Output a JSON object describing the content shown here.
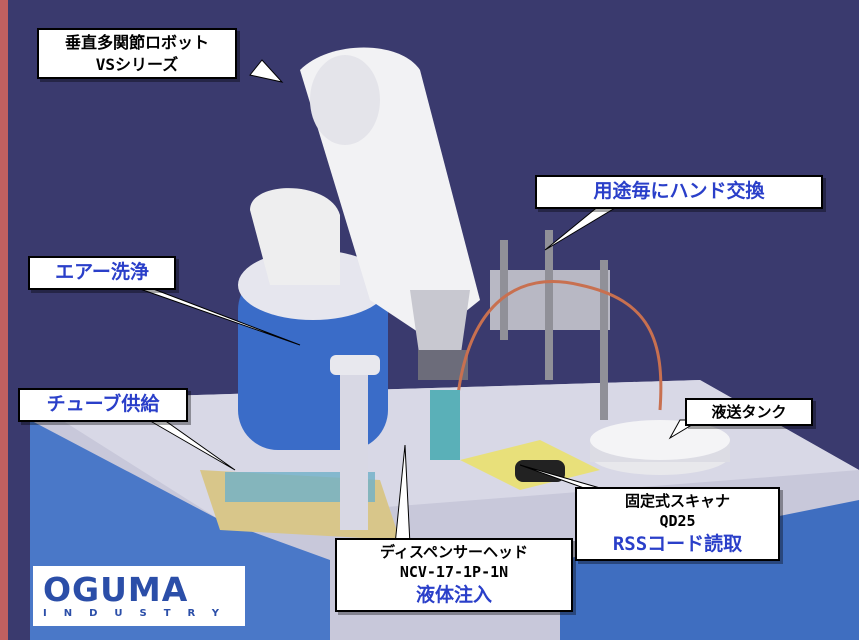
{
  "labels": {
    "robot_title": "垂直多関節ロボット",
    "robot_series": "VSシリーズ",
    "hand_change": "用途毎にハンド交換",
    "air_wash": "エアー洗浄",
    "tube_supply": "チューブ供給",
    "liquid_tank": "液送タンク",
    "scanner_title": "固定式スキャナ",
    "scanner_model": "QD25",
    "scanner_action": "RSSコード読取",
    "dispenser_title": "ディスペンサーヘッド",
    "dispenser_model": "NCV-17-1P-1N",
    "dispenser_action": "液体注入"
  },
  "logo": {
    "word": "OGUMA",
    "subtitle": "INDUSTRY"
  },
  "colors": {
    "background": "#3a3a6e",
    "highlight_text": "#2a3fc9",
    "robot_base": "#3a6cc8",
    "table": "#4a78c8"
  }
}
